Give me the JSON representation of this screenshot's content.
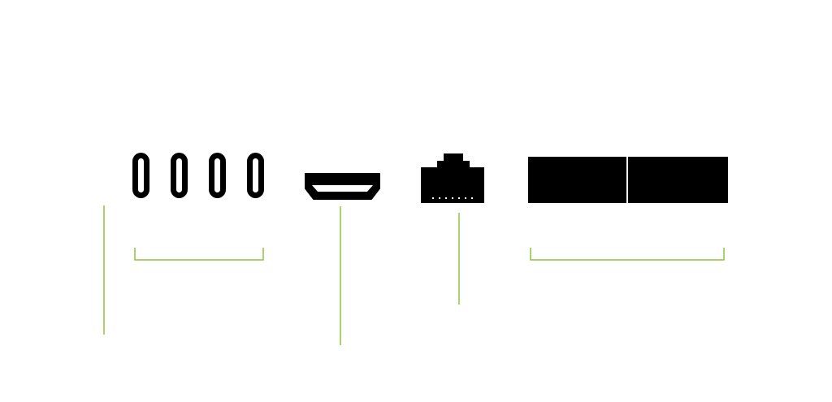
{
  "diagram": {
    "background": "#ffffff",
    "port_color": "#000000",
    "callout_color": "#8cc63f",
    "port_groups": [
      {
        "icon": "usb-c-port-icon",
        "count": 4
      },
      {
        "icon": "hdmi-port-icon",
        "count": 1
      },
      {
        "icon": "ethernet-port-icon",
        "count": 1
      },
      {
        "icon": "sd-card-slot-icon",
        "count": 2
      }
    ],
    "callouts": [
      {
        "type": "line",
        "target": "left-edge"
      },
      {
        "type": "bracket",
        "target": "usb-c-ports"
      },
      {
        "type": "line",
        "target": "hdmi-port"
      },
      {
        "type": "line",
        "target": "ethernet-port"
      },
      {
        "type": "bracket",
        "target": "sd-card-slots"
      }
    ]
  }
}
